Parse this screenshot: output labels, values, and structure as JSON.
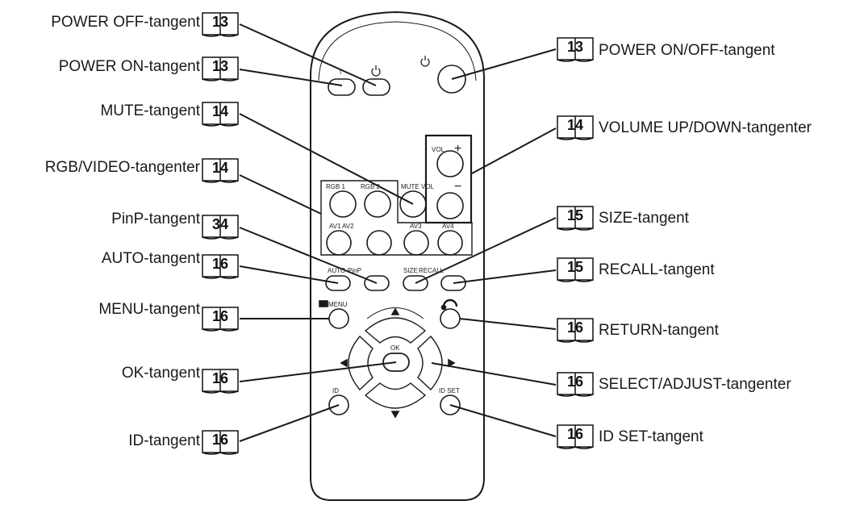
{
  "remote": {
    "button_labels": {
      "rgb1": "RGB 1",
      "rgb2": "RGB 2",
      "mute": "MUTE",
      "vol_small": "VOL",
      "vol": "VOL",
      "plus": "+",
      "minus": "−",
      "av1": "AV1",
      "av2": "AV2",
      "av3": "AV3",
      "av4": "AV4",
      "auto": "AUTO",
      "pinp": "PinP",
      "size": "SIZE",
      "recall": "RECALL",
      "menu": "MENU",
      "ok": "OK",
      "id": "ID",
      "idset": "ID SET",
      "power_on": "I"
    }
  },
  "callouts_left": [
    {
      "label": "POWER OFF-tangent",
      "page": "13"
    },
    {
      "label": "POWER ON-tangent",
      "page": "13"
    },
    {
      "label": "MUTE-tangent",
      "page": "14"
    },
    {
      "label": "RGB/VIDEO-tangenter",
      "page": "14"
    },
    {
      "label": "PinP-tangent",
      "page": "34"
    },
    {
      "label": "AUTO-tangent",
      "page": "16"
    },
    {
      "label": "MENU-tangent",
      "page": "16"
    },
    {
      "label": "OK-tangent",
      "page": "16"
    },
    {
      "label": "ID-tangent",
      "page": "16"
    }
  ],
  "callouts_right": [
    {
      "label": "POWER ON/OFF-tangent",
      "page": "13"
    },
    {
      "label": "VOLUME UP/DOWN-tangenter",
      "page": "14"
    },
    {
      "label": "SIZE-tangent",
      "page": "15"
    },
    {
      "label": "RECALL-tangent",
      "page": "15"
    },
    {
      "label": "RETURN-tangent",
      "page": "16"
    },
    {
      "label": "SELECT/ADJUST-tangenter",
      "page": "16"
    },
    {
      "label": "ID SET-tangent",
      "page": "16"
    }
  ]
}
